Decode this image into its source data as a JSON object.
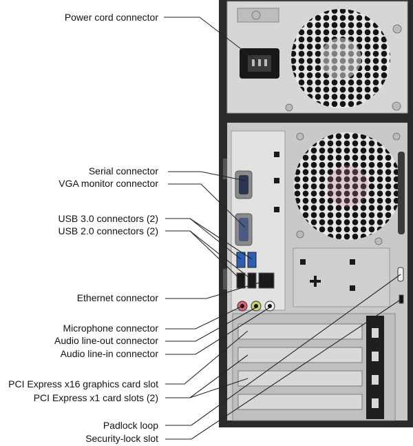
{
  "labels": {
    "power_cord": "Power cord connector",
    "serial": "Serial connector",
    "vga": "VGA monitor connector",
    "usb3": "USB 3.0 connectors (2)",
    "usb2": "USB 2.0 connectors (2)",
    "ethernet": "Ethernet connector",
    "microphone": "Microphone connector",
    "line_out": "Audio line-out connector",
    "line_in": "Audio line-in connector",
    "pcie_x16": "PCI Express x16 graphics card slot",
    "pcie_x1": "PCI Express x1 card slots (2)",
    "padlock": "Padlock loop",
    "security_lock": "Security-lock slot"
  },
  "colors": {
    "case": "#2b2b2b",
    "panel": "#d9d9d9",
    "usb3": "#2c5fb3",
    "microphone": "#e0607a",
    "line_out": "#c9d36a",
    "leader_line": "#222222"
  }
}
